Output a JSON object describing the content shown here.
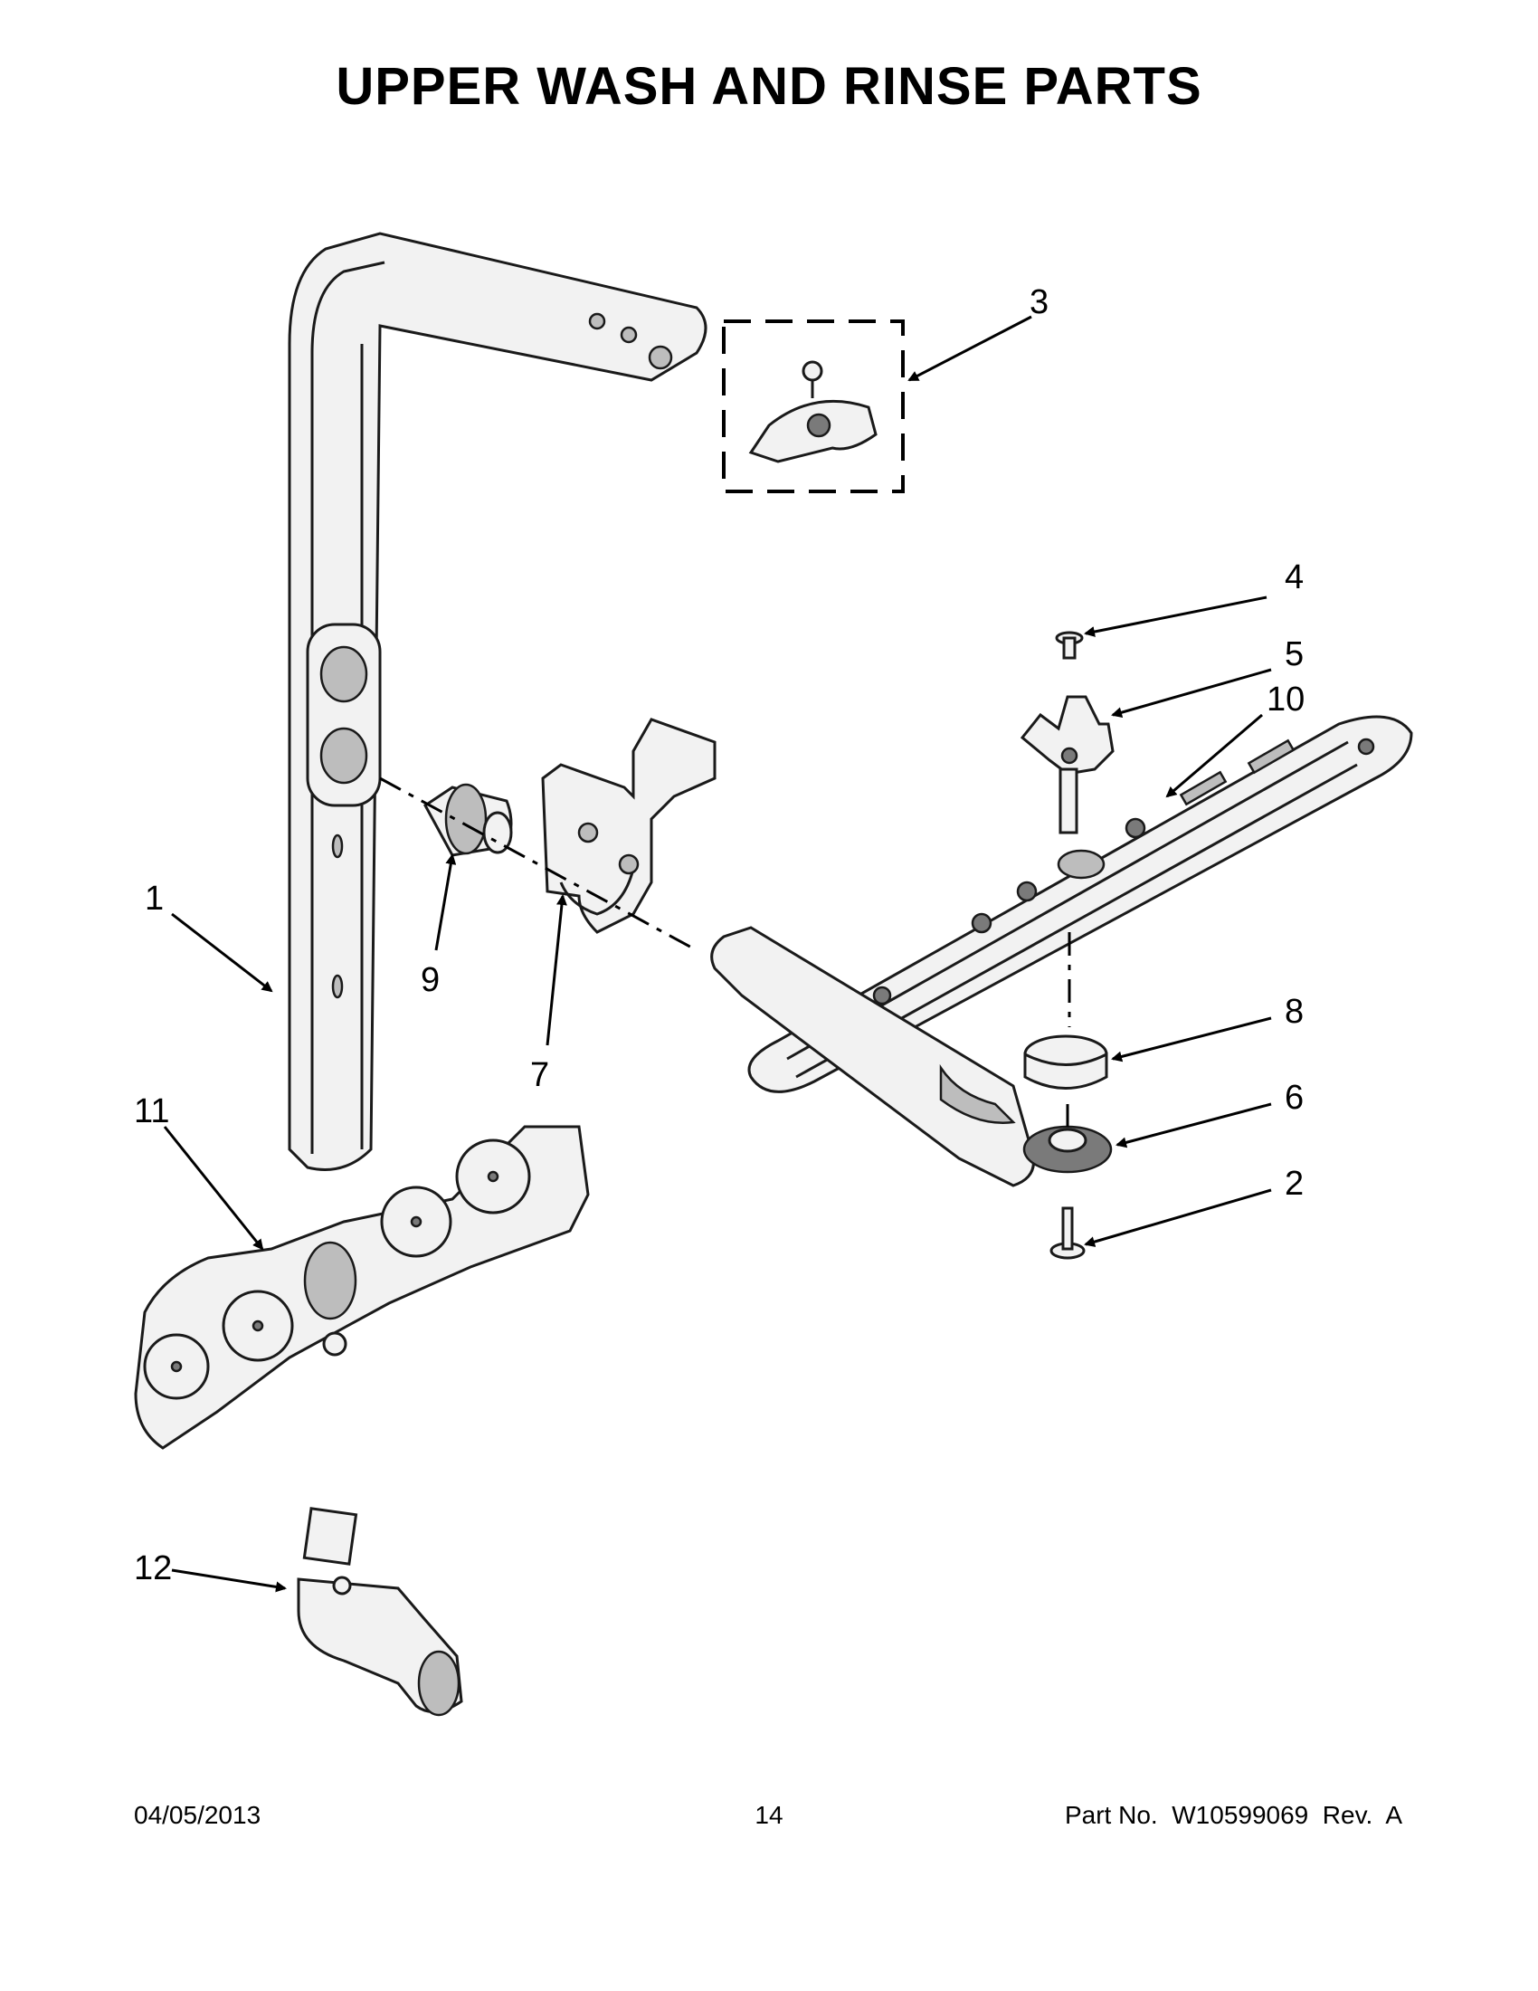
{
  "title": "UPPER WASH AND RINSE PARTS",
  "callouts": {
    "c1": "1",
    "c2": "2",
    "c3": "3",
    "c4": "4",
    "c5": "5",
    "c6": "6",
    "c7": "7",
    "c8": "8",
    "c9": "9",
    "c10": "10",
    "c11": "11",
    "c12": "12"
  },
  "footer": {
    "date": "04/05/2013",
    "page": "14",
    "part_no": "Part No.  W10599069  Rev.  A"
  }
}
